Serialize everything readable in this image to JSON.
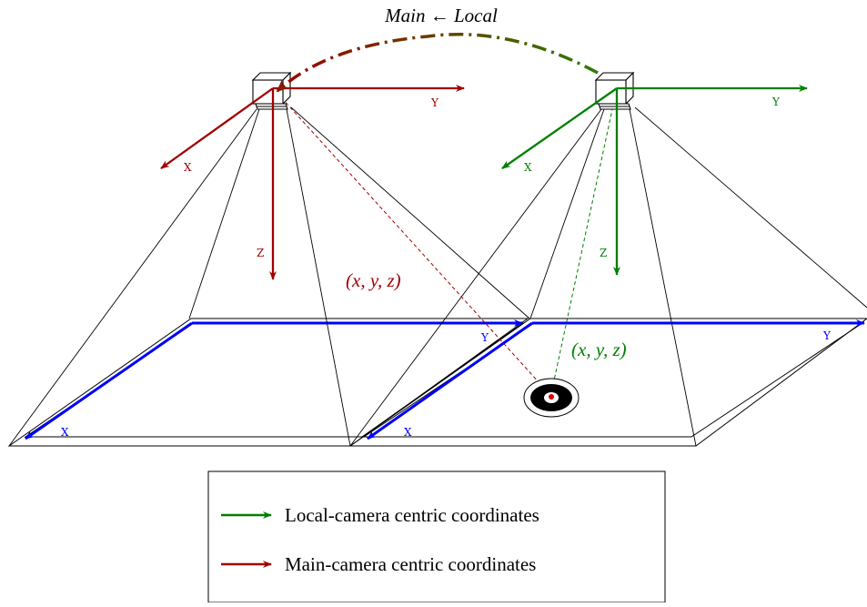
{
  "colors": {
    "main": "#a00000",
    "local": "#008000",
    "floor_axes": "#0000ff",
    "frame": "#000000",
    "marker": "#000000",
    "marker_dot": "#e00000"
  },
  "title": "Main ← Local",
  "main_camera": {
    "axis_x": "X",
    "axis_y": "Y",
    "axis_z": "Z",
    "point_label": "(x, y, z)"
  },
  "local_camera": {
    "axis_x": "X",
    "axis_y": "Y",
    "axis_z": "Z",
    "point_label": "(x, y, z)"
  },
  "floor_left": {
    "axis_x": "X",
    "axis_y": "Y"
  },
  "floor_right": {
    "axis_x": "X",
    "axis_y": "Y"
  },
  "legend": {
    "items": [
      {
        "label": "Local-camera centric coordinates",
        "color_key": "local"
      },
      {
        "label": "Main-camera centric coordinates",
        "color_key": "main"
      }
    ]
  }
}
